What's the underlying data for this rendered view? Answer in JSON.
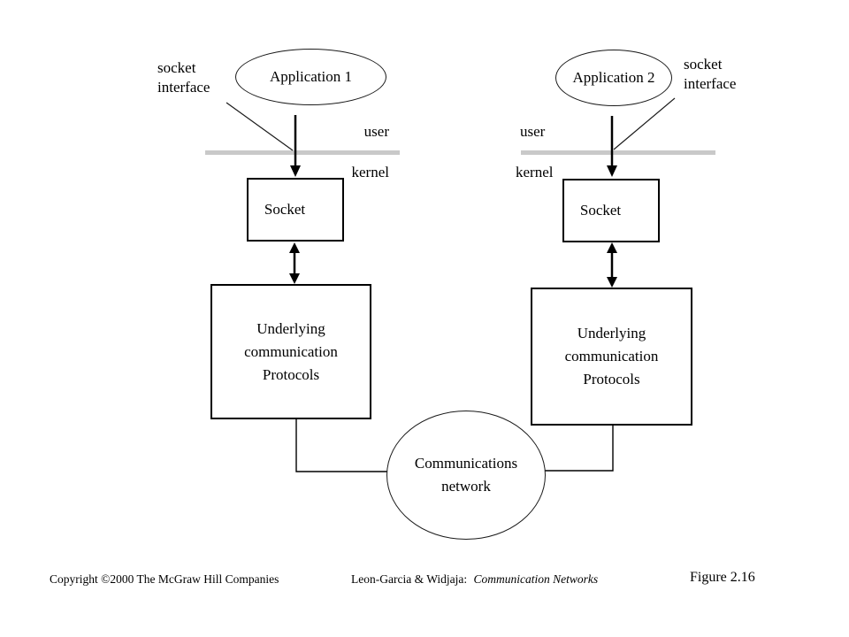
{
  "diagram": {
    "app1_label": "Application 1",
    "app2_label": "Application 2",
    "socket_label": "Socket",
    "protocols_label": "Underlying\ncommunication\nProtocols",
    "network_label": "Communications\nnetwork",
    "socket_interface_label": "socket\ninterface",
    "user_label": "user",
    "kernel_label": "kernel"
  },
  "footer": {
    "copyright": "Copyright ©2000 The McGraw Hill Companies",
    "credit_authors": "Leon-Garcia & Widjaja:",
    "credit_title": "Communication Networks",
    "figure": "Figure 2.16"
  },
  "colors": {
    "divider_gray": "#c9c9c9",
    "line_black": "#000000",
    "background": "#ffffff"
  }
}
